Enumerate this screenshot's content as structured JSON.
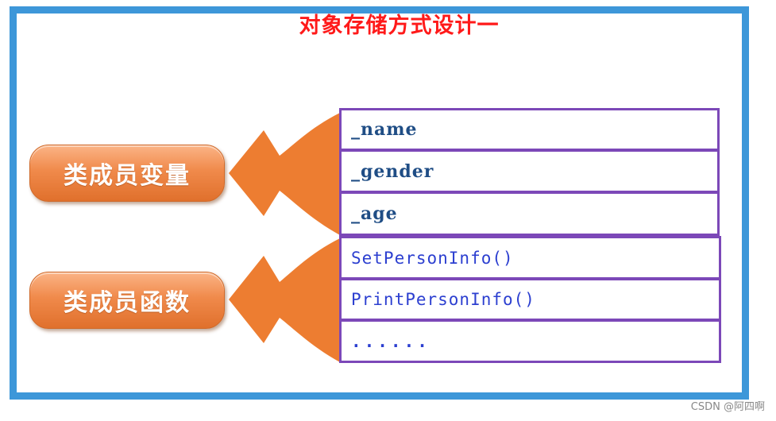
{
  "title": "对象存储方式设计一",
  "labels": {
    "member_variables": "类成员变量",
    "member_functions": "类成员函数"
  },
  "variables": [
    "_name",
    "_gender",
    "_age"
  ],
  "functions": [
    "SetPersonInfo()",
    "PrintPersonInfo()",
    "......"
  ],
  "watermark": "CSDN @阿四啊",
  "colors": {
    "frame": "#3d97d9",
    "title": "#ff1a1a",
    "arrow": "#ed7d31",
    "cell_border": "#7c48b8",
    "variable_text": "#1f4d85",
    "function_text": "#2c3fd0"
  }
}
